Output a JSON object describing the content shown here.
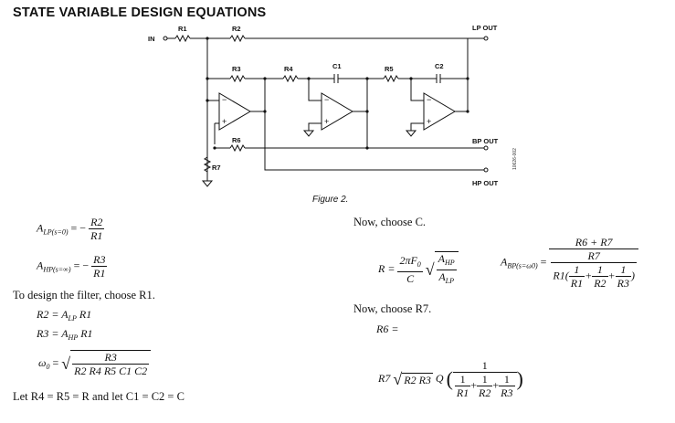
{
  "title": "STATE VARIABLE DESIGN EQUATIONS",
  "circuit": {
    "components": [
      "R1",
      "R2",
      "R3",
      "R4",
      "C1",
      "R5",
      "C2",
      "R6",
      "R7"
    ],
    "ports": {
      "in": "IN",
      "lp": "LP OUT",
      "bp": "BP OUT",
      "hp": "HP OUT"
    },
    "side_code": "10626-002"
  },
  "figure_caption": "Figure 2.",
  "equations": {
    "alp_lhs": "A",
    "alp_sub": "LP(s=0)",
    "alp_num": "R2",
    "alp_den": "R1",
    "ahp_lhs": "A",
    "ahp_sub": "HP(s=∞)",
    "ahp_num": "R3",
    "ahp_den": "R1",
    "choose_r1": "To design the filter, choose R1.",
    "r2_eq": "R2 = A",
    "r2_sub": "LP",
    "r2_tail": " R1",
    "r3_eq": "R3 = A",
    "r3_sub": "HP",
    "r3_tail": " R1",
    "w0_lhs": "ω",
    "w0_sub": "0",
    "w0_num": "R3",
    "w0_den": "R2 R4 R5 C1 C2",
    "let_text": "Let R4 = R5 = R and let C1 = C2 = C",
    "choose_c": "Now, choose C.",
    "r_eq_lhs": "R =",
    "r_eq_num": "2πF",
    "r_eq_num_sub": "0",
    "r_eq_den": "C",
    "r_eq_sqrt_num": "A",
    "r_eq_sqrt_num_sub": "HP",
    "r_eq_sqrt_den": "A",
    "r_eq_sqrt_den_sub": "LP",
    "abp_lhs": "A",
    "abp_sub": "BP(s=ω0)",
    "abp_top": "R6 + R7",
    "abp_mid": "R7",
    "abp_r1": "R1",
    "abp_f1": "R1",
    "abp_f2": "R2",
    "abp_f3": "R3",
    "one": "1",
    "plus": "+",
    "choose_r7": "Now, choose R7.",
    "r6_eq": "R6 =",
    "r7_lhs": "R7",
    "r7_sqrt": "R2 R3",
    "r7_q": "Q"
  }
}
